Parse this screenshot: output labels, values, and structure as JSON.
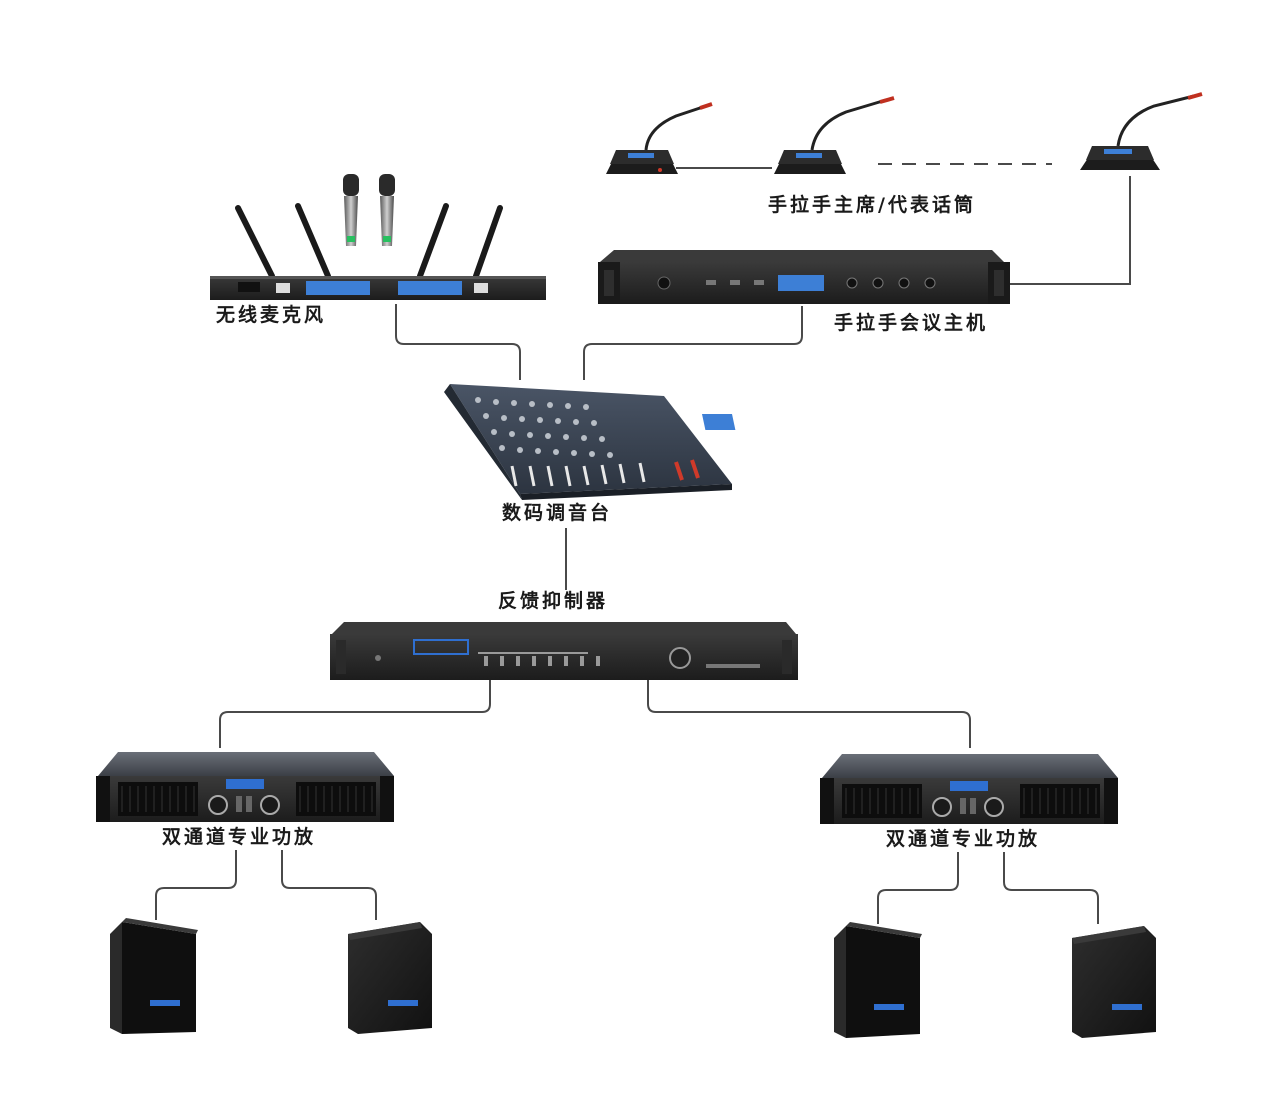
{
  "labels": {
    "chairman_delegate_mics": "手拉手主席/代表话筒",
    "wireless_mic": "无线麦克风",
    "conference_host": "手拉手会议主机",
    "digital_mixer": "数码调音台",
    "feedback_suppressor": "反馈抑制器",
    "amplifier_left": "双通道专业功放",
    "amplifier_right": "双通道专业功放"
  },
  "colors": {
    "cable": "#4a4a4a",
    "device_body": "#2b2b2b",
    "device_dark": "#151515",
    "display_blue": "#3d7fd6",
    "speaker_body": "#1e1e1e",
    "brand_blue": "#2f6fd0"
  }
}
